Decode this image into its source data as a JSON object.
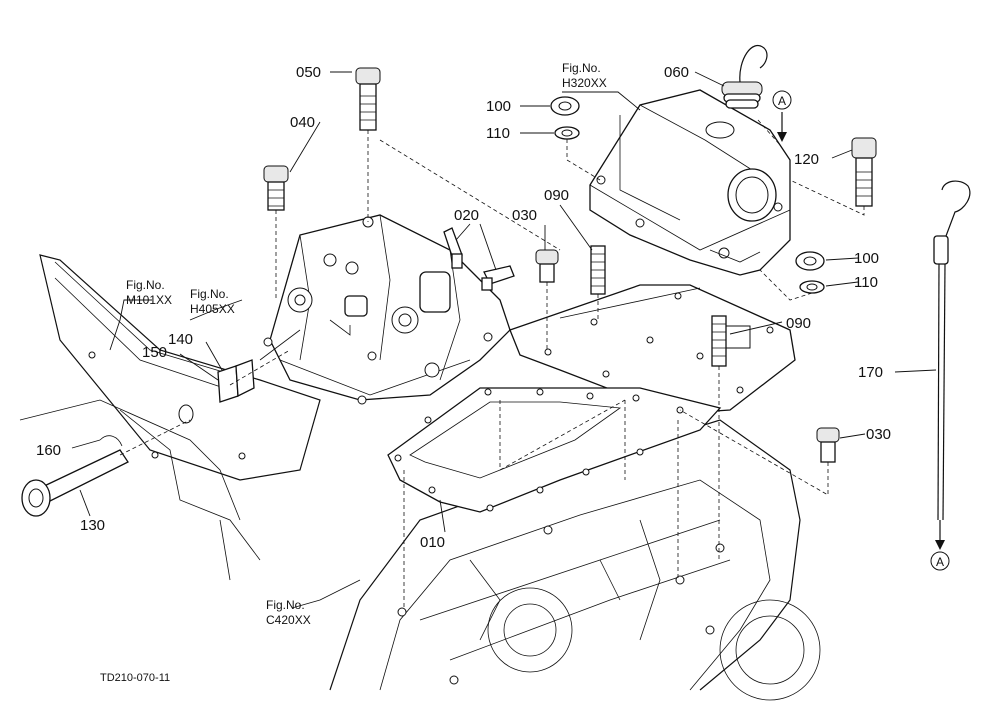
{
  "labels": {
    "p010": "010",
    "p020": "020",
    "p030a": "030",
    "p030b": "030",
    "p040": "040",
    "p050": "050",
    "p060": "060",
    "p090a": "090",
    "p090b": "090",
    "p100a": "100",
    "p100b": "100",
    "p110a": "110",
    "p110b": "110",
    "p120": "120",
    "p130": "130",
    "p140": "140",
    "p150": "150",
    "p160": "160",
    "p170": "170"
  },
  "figrefs": {
    "h320": {
      "line1": "Fig.No.",
      "line2": "H320XX"
    },
    "m101": {
      "line1": "Fig.No.",
      "line2": "M101XX"
    },
    "h405": {
      "line1": "Fig.No.",
      "line2": "H405XX"
    },
    "c420": {
      "line1": "Fig.No.",
      "line2": "C420XX"
    }
  },
  "markers": {
    "top": "A",
    "bottom": "A"
  },
  "doc_code": "TD210-070-11"
}
